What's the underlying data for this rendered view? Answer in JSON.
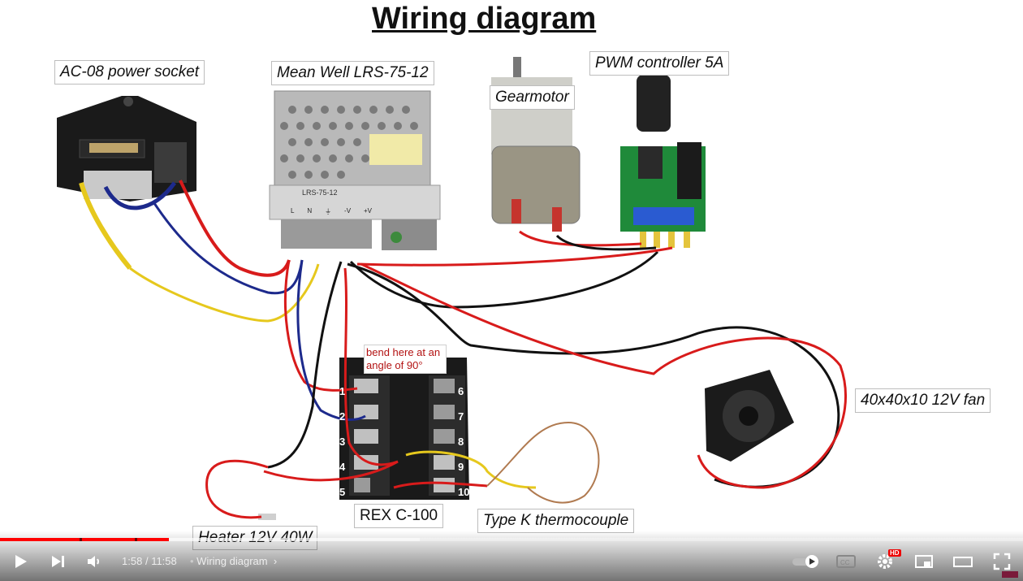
{
  "diagram": {
    "title": "Wiring diagram",
    "labels": {
      "power_socket": "AC-08 power socket",
      "psu": "Mean Well LRS-75-12",
      "gearmotor": "Gearmotor",
      "pwm": "PWM controller 5A",
      "fan": "40x40x10 12V fan",
      "heater": "Heater 12V 40W",
      "rex": "REX C-100",
      "thermocouple": "Type K thermocouple"
    },
    "note": "bend here at an angle of 90°",
    "rex_terminals": [
      "1",
      "2",
      "3",
      "4",
      "5",
      "6",
      "7",
      "8",
      "9",
      "10"
    ],
    "psu_label": "LRS-75-12",
    "psu_terminals": [
      "L",
      "N",
      "⏚",
      "-V",
      "+V"
    ],
    "wire_colors": {
      "red": "#d81b1b",
      "black": "#111111",
      "blue": "#1d2a8c",
      "yellow": "#e6c81d"
    }
  },
  "player": {
    "time_current": "1:58",
    "time_total": "11:58",
    "time_separator": "/",
    "chapter": "Wiring diagram",
    "progress_fraction": 0.165,
    "buffer_fraction": 0.41,
    "icons": [
      "play-icon",
      "next-icon",
      "volume-icon",
      "autoplay-toggle-icon",
      "captions-icon",
      "settings-icon",
      "miniplayer-icon",
      "theater-icon",
      "fullscreen-icon"
    ],
    "hd_badge": "HD",
    "accent": "#ff0000"
  }
}
